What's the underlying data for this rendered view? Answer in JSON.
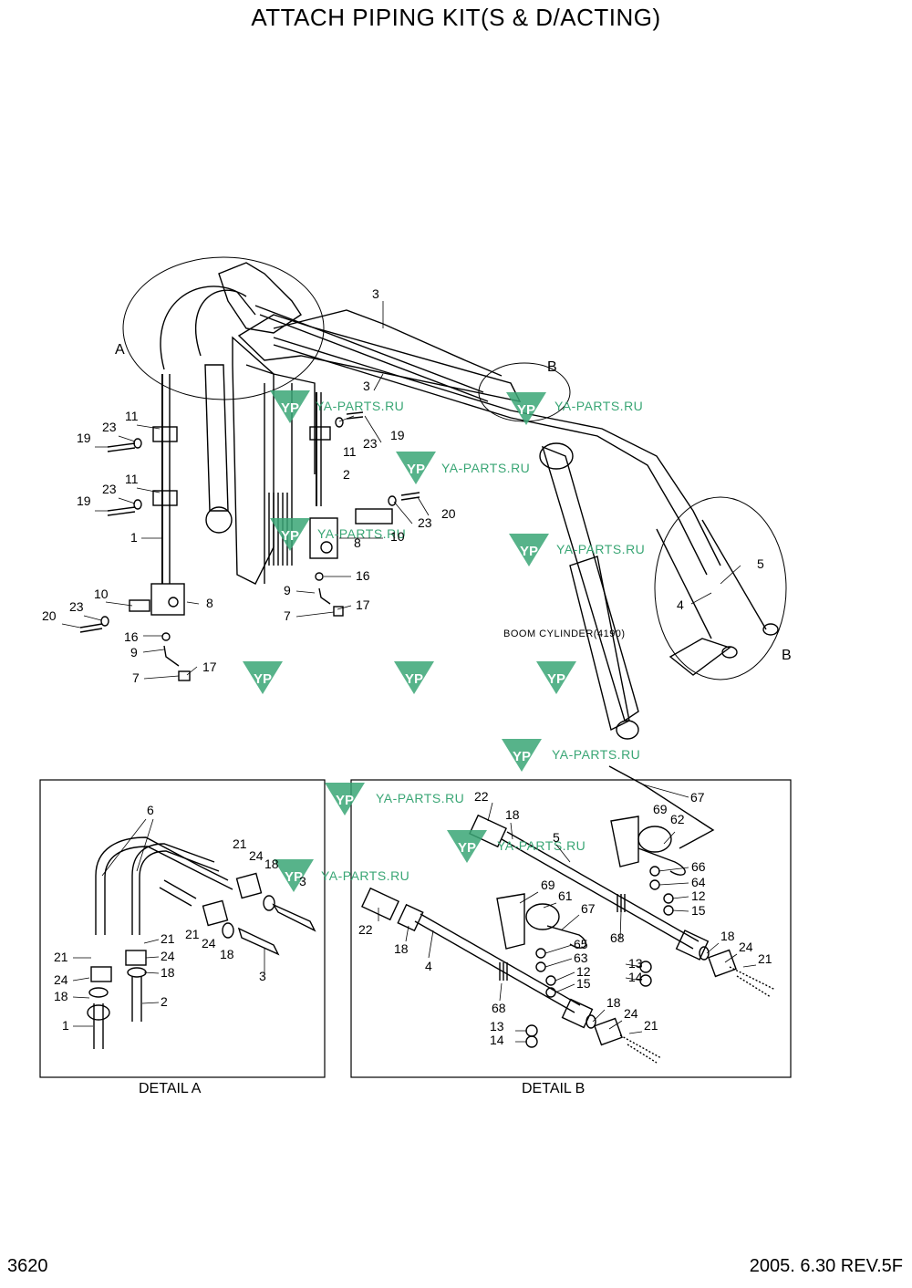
{
  "title": "ATTACH PIPING KIT(S & D/ACTING)",
  "page_number": "3620",
  "revision": "2005. 6.30  REV.5F",
  "detail_a_label": "DETAIL A",
  "detail_b_label": "DETAIL B",
  "boom_cylinder_label": "BOOM CYLINDER(4190)",
  "callout_a": "A",
  "callout_b": "B",
  "watermark_text": "YA-PARTS.RU",
  "watermark_logo": "YP",
  "colors": {
    "line": "#000000",
    "watermark": "#3aa675"
  },
  "main_labels": [
    "3",
    "3",
    "B",
    "A",
    "11",
    "23",
    "19",
    "11",
    "23",
    "19",
    "2",
    "11",
    "23",
    "19",
    "20",
    "23",
    "10",
    "8",
    "1",
    "16",
    "9",
    "17",
    "7",
    "10",
    "8",
    "20",
    "23",
    "16",
    "9",
    "17",
    "7",
    "5",
    "4",
    "B"
  ],
  "detail_a_labels": [
    "6",
    "21",
    "24",
    "18",
    "3",
    "21",
    "24",
    "18",
    "3",
    "21",
    "24",
    "18",
    "2",
    "21",
    "24",
    "18",
    "1"
  ],
  "detail_b_labels": [
    "22",
    "18",
    "5",
    "67",
    "69",
    "62",
    "66",
    "64",
    "12",
    "15",
    "69",
    "61",
    "67",
    "68",
    "65",
    "63",
    "12",
    "15",
    "22",
    "18",
    "4",
    "13",
    "14",
    "68",
    "18",
    "24",
    "21",
    "13",
    "14",
    "18",
    "24",
    "21"
  ]
}
